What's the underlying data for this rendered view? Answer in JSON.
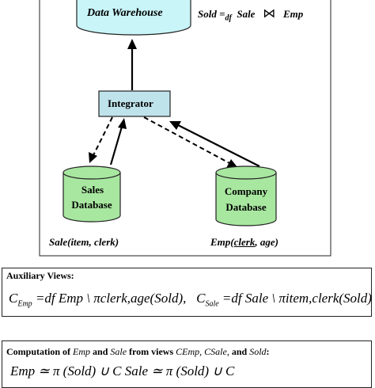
{
  "data_warehouse": {
    "label": "Data Warehouse"
  },
  "view_definition": {
    "text": "Sold =",
    "sub": "df",
    "left_op": "Sale",
    "join_symbol": "⋈",
    "right_op": "Emp"
  },
  "integrator": {
    "label": "Integrator"
  },
  "sales_db": {
    "line1": "Sales",
    "line2": "Database",
    "schema": "Sale(item, clerk)"
  },
  "company_db": {
    "line1": "Company",
    "line2": "Database",
    "schema_prefix": "Emp(",
    "schema_key": "clerk",
    "schema_suffix": ", age)"
  },
  "auxiliary": {
    "title": "Auxiliary Views:",
    "formula1": "C",
    "formula1_sub": "Emp",
    "formula1_rest": " =df Emp \\ πclerk,age(Sold),",
    "formula2": "C",
    "formula2_sub": "Sale",
    "formula2_rest": " =df Sale \\ πitem,clerk(Sold)"
  },
  "computation": {
    "title_prefix": "Computation of",
    "emp": "Emp",
    "and": "and",
    "sale": "Sale",
    "from_views": "from views",
    "views": "CEmp, CSale,",
    "and2": "and",
    "sold": "Sold",
    "colon": ":",
    "formula": "Emp ≃ π          (Sold) ∪ C        Sale ≃ π          (Sold) ∪ C"
  },
  "colors": {
    "cylinder_blue": "#c9f5f8",
    "cylinder_green": "#a8e7a0",
    "integrator_fill": "#bfe3ea",
    "outline": "#222222"
  }
}
